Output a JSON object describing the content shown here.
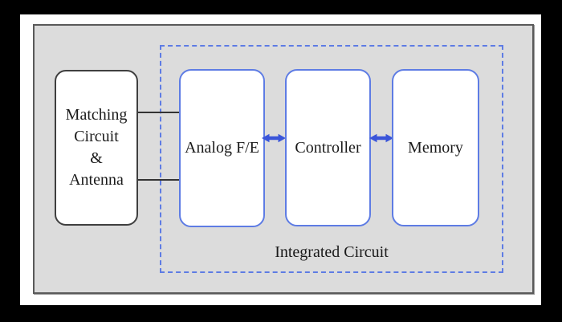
{
  "diagram": {
    "matching_block": {
      "line1": "Matching",
      "line2": "Circuit",
      "line3": "&",
      "line4": "Antenna"
    },
    "blocks": {
      "analog": "Analog F/E",
      "controller": "Controller",
      "memory": "Memory"
    },
    "group_label": "Integrated Circuit",
    "colors": {
      "frame_black": "#000000",
      "mat_white": "#ffffff",
      "panel_background": "#dcdcdc",
      "panel_border_gray": "#5a5a5a",
      "block_border_blue": "#5e7ce4",
      "dashed_border_blue": "#5e7ce4",
      "arrow_blue": "#3a55d9",
      "matching_border_gray": "#3f3f3f",
      "wire_black": "#333333",
      "text_black": "#1a1a1a"
    }
  }
}
